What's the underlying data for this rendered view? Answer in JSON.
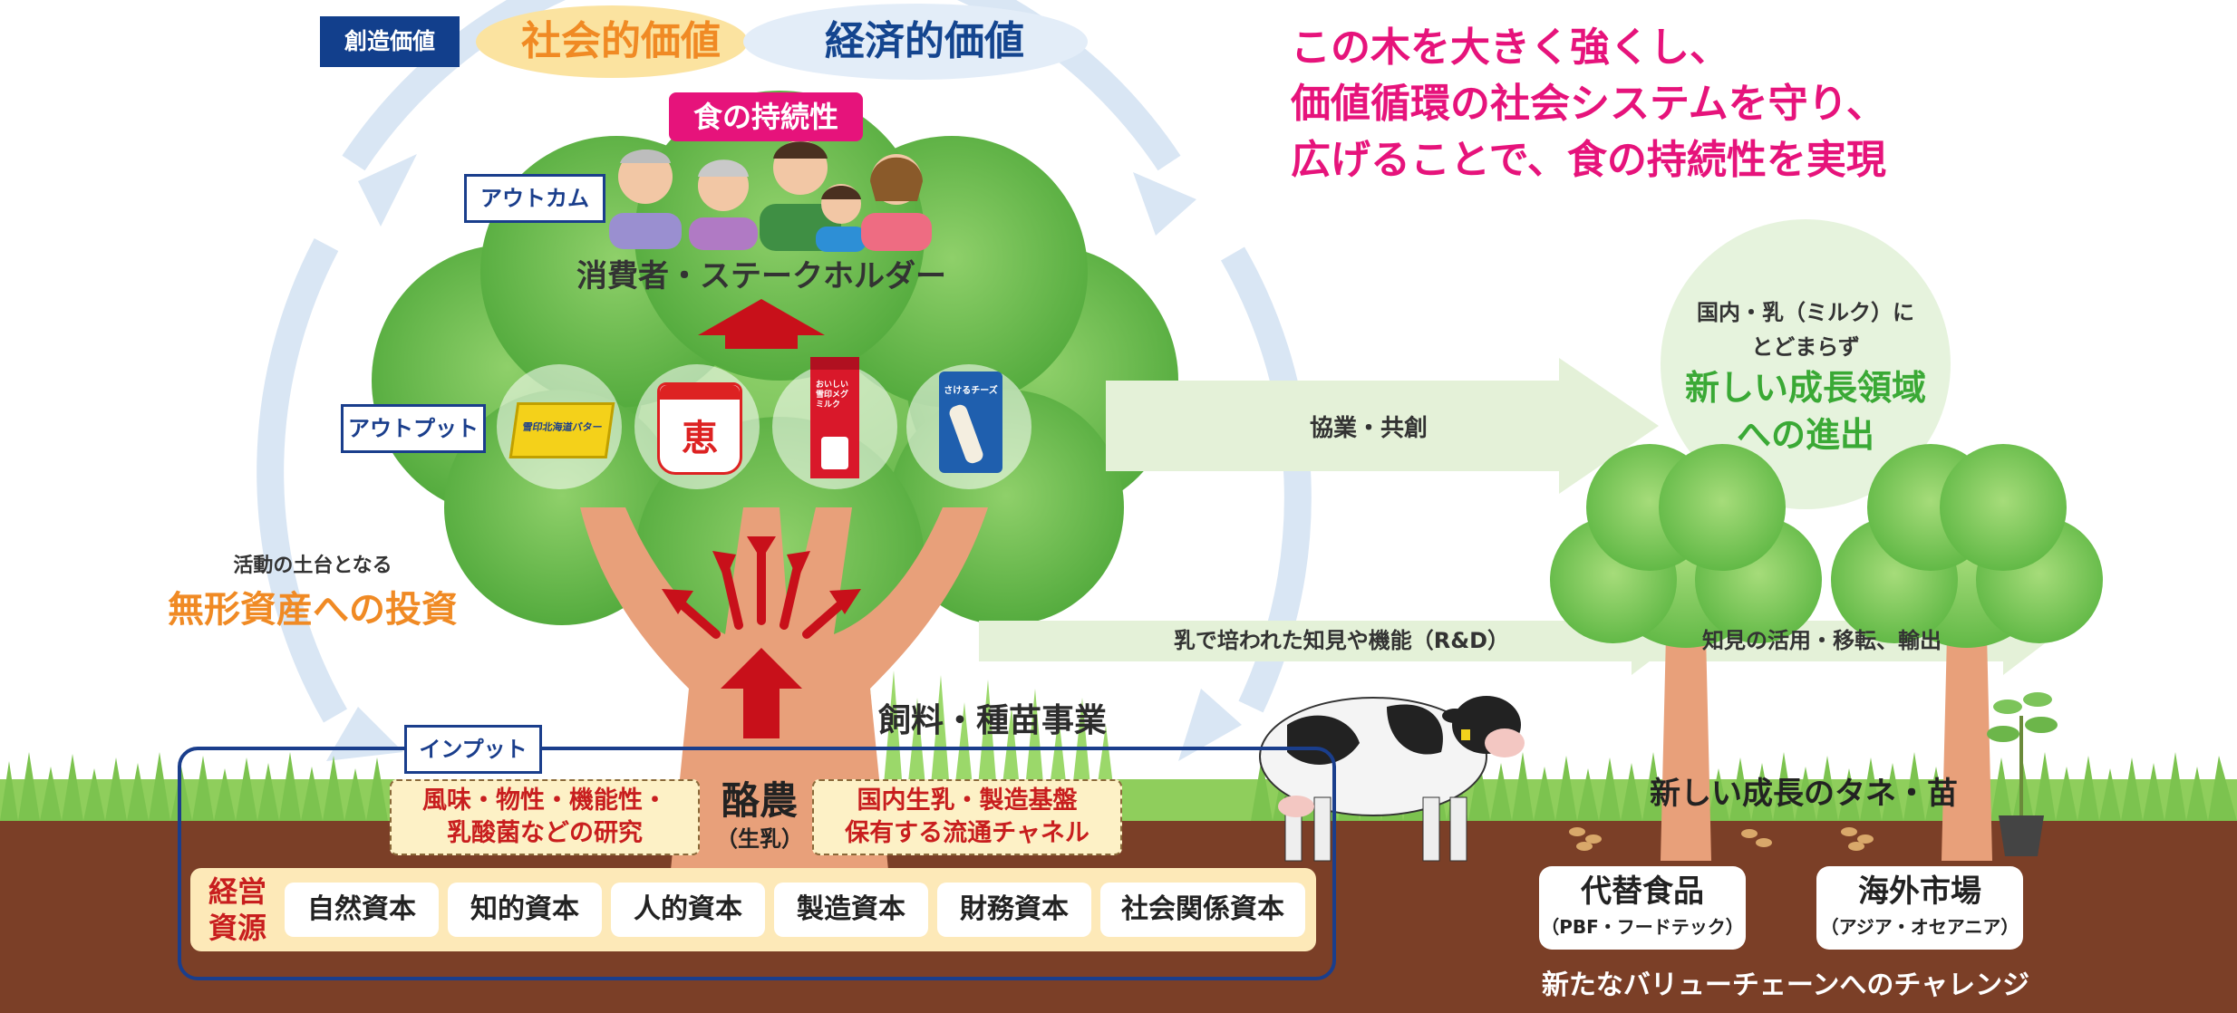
{
  "header": {
    "created_value_label": "創造価値",
    "social_value": "社会的価値",
    "economic_value": "経済的価値",
    "food_sustainability": "食の持続性"
  },
  "message": {
    "line1": "この木を大きく強くし、",
    "line2": "価値循環の社会システムを守り、",
    "line3": "広げることで、食の持続性を実現"
  },
  "tree": {
    "outcome_label": "アウトカム",
    "consumers_label": "消費者・ステークホルダー",
    "output_label": "アウトプット",
    "input_label": "インプット",
    "products": [
      "butter",
      "yogurt-megumi",
      "milk-carton",
      "cheese-stick"
    ],
    "product_texts": {
      "butter": "雪印北海道バター",
      "yogurt": "恵",
      "milk": "おいしい雪印メグミルク",
      "cheese": "さけるチーズ"
    }
  },
  "intangible": {
    "small": "活動の土台となる",
    "large": "無形資産への投資"
  },
  "feed_business": "飼料・種苗事業",
  "dairy": {
    "main": "酪農",
    "sub": "（生乳）"
  },
  "research_box": {
    "line1": "風味・物性・機能性・",
    "line2": "乳酸菌などの研究"
  },
  "domestic_box": {
    "line1": "国内生乳・製造基盤",
    "line2": "保有する流通チャネル"
  },
  "capitals": {
    "label_line1": "経営",
    "label_line2": "資源",
    "items": [
      "自然資本",
      "知的資本",
      "人的資本",
      "製造資本",
      "財務資本",
      "社会関係資本"
    ]
  },
  "arrows": {
    "collab": "協業・共創",
    "rnd": "乳で培われた知見や機能（R&D）",
    "transfer": "知見の活用・移転、輸出"
  },
  "growth_circle": {
    "line1": "国内・乳（ミルク）に",
    "line2": "とどまらず",
    "line3": "新しい成長領域",
    "line4": "への進出"
  },
  "seeds_label": "新しい成長のタネ・苗",
  "alt_food": {
    "title": "代替食品",
    "sub": "（PBF・フードテック）"
  },
  "overseas": {
    "title": "海外市場",
    "sub": "（アジア・オセアニア）"
  },
  "value_chain_challenge": "新たなバリューチェーンへのチャレンジ",
  "colors": {
    "magenta": "#e6137b",
    "navy": "#1a3e8c",
    "green_text": "#3aa935",
    "orange_text": "#f08a24",
    "soil": "#7b3f27",
    "trunk": "#e8a07a",
    "red_arrow": "#c8101a"
  }
}
